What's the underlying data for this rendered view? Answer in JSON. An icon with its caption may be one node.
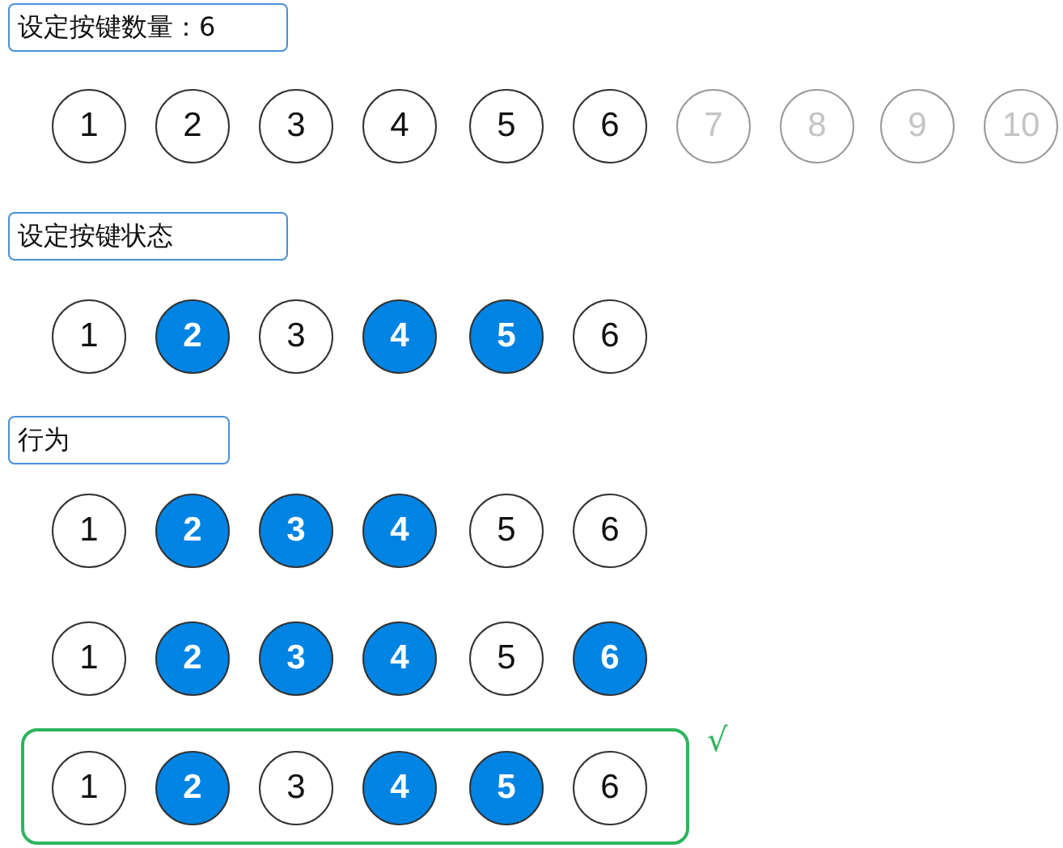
{
  "diagram": {
    "nodes": [
      {
        "text": [
          "设定按键数量：6"
        ]
      },
      {
        "text": [
          "1"
        ]
      },
      {
        "text": [
          "2"
        ]
      },
      {
        "text": [
          "3"
        ]
      },
      {
        "text": [
          "4"
        ]
      },
      {
        "text": [
          "5"
        ]
      },
      {
        "text": [
          "6"
        ]
      },
      {
        "text": [
          "7"
        ]
      },
      {
        "text": [
          "8"
        ]
      },
      {
        "text": [
          "9"
        ]
      },
      {
        "text": [
          "10"
        ]
      },
      {
        "text": [
          "设定按键状态"
        ]
      },
      {
        "text": [
          "1"
        ]
      },
      {
        "text": [
          "2"
        ]
      },
      {
        "text": [
          "3"
        ]
      },
      {
        "text": [
          "4"
        ]
      },
      {
        "text": [
          "5"
        ]
      },
      {
        "text": [
          "6"
        ]
      },
      {
        "text": [
          "行为"
        ]
      },
      {
        "text": [
          "1"
        ]
      },
      {
        "text": [
          "2"
        ]
      },
      {
        "text": [
          "3"
        ]
      },
      {
        "text": [
          "4"
        ]
      },
      {
        "text": [
          "5"
        ]
      },
      {
        "text": [
          "6"
        ]
      },
      {
        "text": [
          "1"
        ]
      },
      {
        "text": [
          "2"
        ]
      },
      {
        "text": [
          "3"
        ]
      },
      {
        "text": [
          "4"
        ]
      },
      {
        "text": [
          "5"
        ]
      },
      {
        "text": [
          "6"
        ]
      },
      {
        "text": [],
        "shape": "box",
        "beside": [
          "√"
        ]
      },
      {
        "text": [
          "1"
        ],
        "in": 31
      },
      {
        "text": [
          "2"
        ],
        "in": 31
      },
      {
        "text": [
          "3"
        ],
        "in": 31
      },
      {
        "text": [
          "4"
        ],
        "in": 31
      },
      {
        "text": [
          "5"
        ],
        "in": 31
      },
      {
        "text": [
          "6"
        ],
        "in": 31
      }
    ]
  }
}
